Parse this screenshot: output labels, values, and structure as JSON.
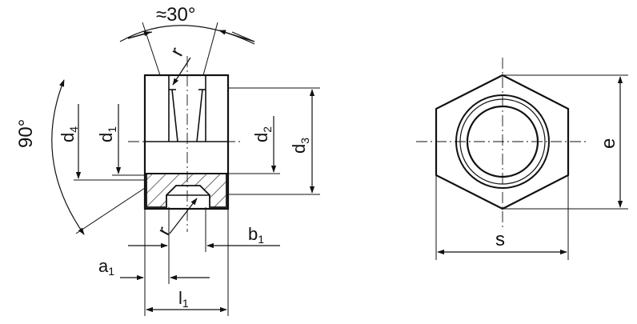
{
  "labels": {
    "angle_top": "≈30°",
    "angle_left": "90°",
    "r_top": "r",
    "r_bottom": "r",
    "d4": {
      "base": "d",
      "sub": "4"
    },
    "d1": {
      "base": "d",
      "sub": "1"
    },
    "d2": {
      "base": "d",
      "sub": "2"
    },
    "d3": {
      "base": "d",
      "sub": "3"
    },
    "b1": {
      "base": "b",
      "sub": "1"
    },
    "a1": {
      "base": "a",
      "sub": "1"
    },
    "l1": {
      "base": "l",
      "sub": "1"
    },
    "e": "e",
    "s": "s"
  },
  "colors": {
    "line": "#111111",
    "hatch": "#222222",
    "face": "#ffffff"
  }
}
